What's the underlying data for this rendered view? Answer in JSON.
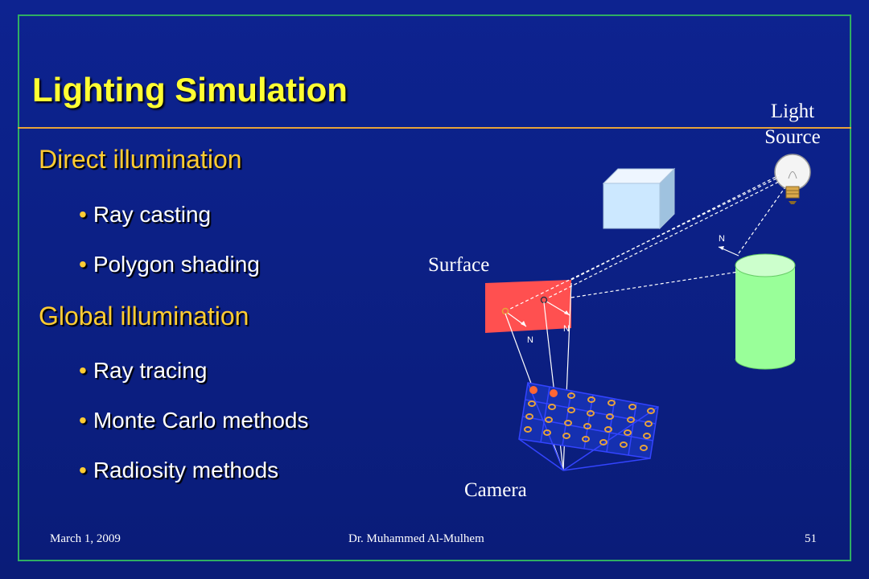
{
  "slide": {
    "title": "Lighting Simulation",
    "sections": [
      {
        "heading": "Direct illumination",
        "bullets": [
          "Ray casting",
          "Polygon shading"
        ]
      },
      {
        "heading": "Global illumination",
        "bullets": [
          "Ray tracing",
          "Monte Carlo methods",
          "Radiosity methods"
        ]
      }
    ]
  },
  "diagram": {
    "light_line1": "Light",
    "light_line2": "Source",
    "surface": "Surface",
    "camera": "Camera",
    "normal": "N"
  },
  "footer": {
    "date": "March 1, 2009",
    "author": "Dr. Muhammed Al-Mulhem",
    "page": "51"
  },
  "colors": {
    "background": "#0d2390",
    "title": "#ffff33",
    "heading": "#ffcc33",
    "frame": "#2fae63",
    "rule": "#e8a33a",
    "surface": "#ff5050",
    "cube": "#cce8ff",
    "cylinder": "#99ff99"
  }
}
